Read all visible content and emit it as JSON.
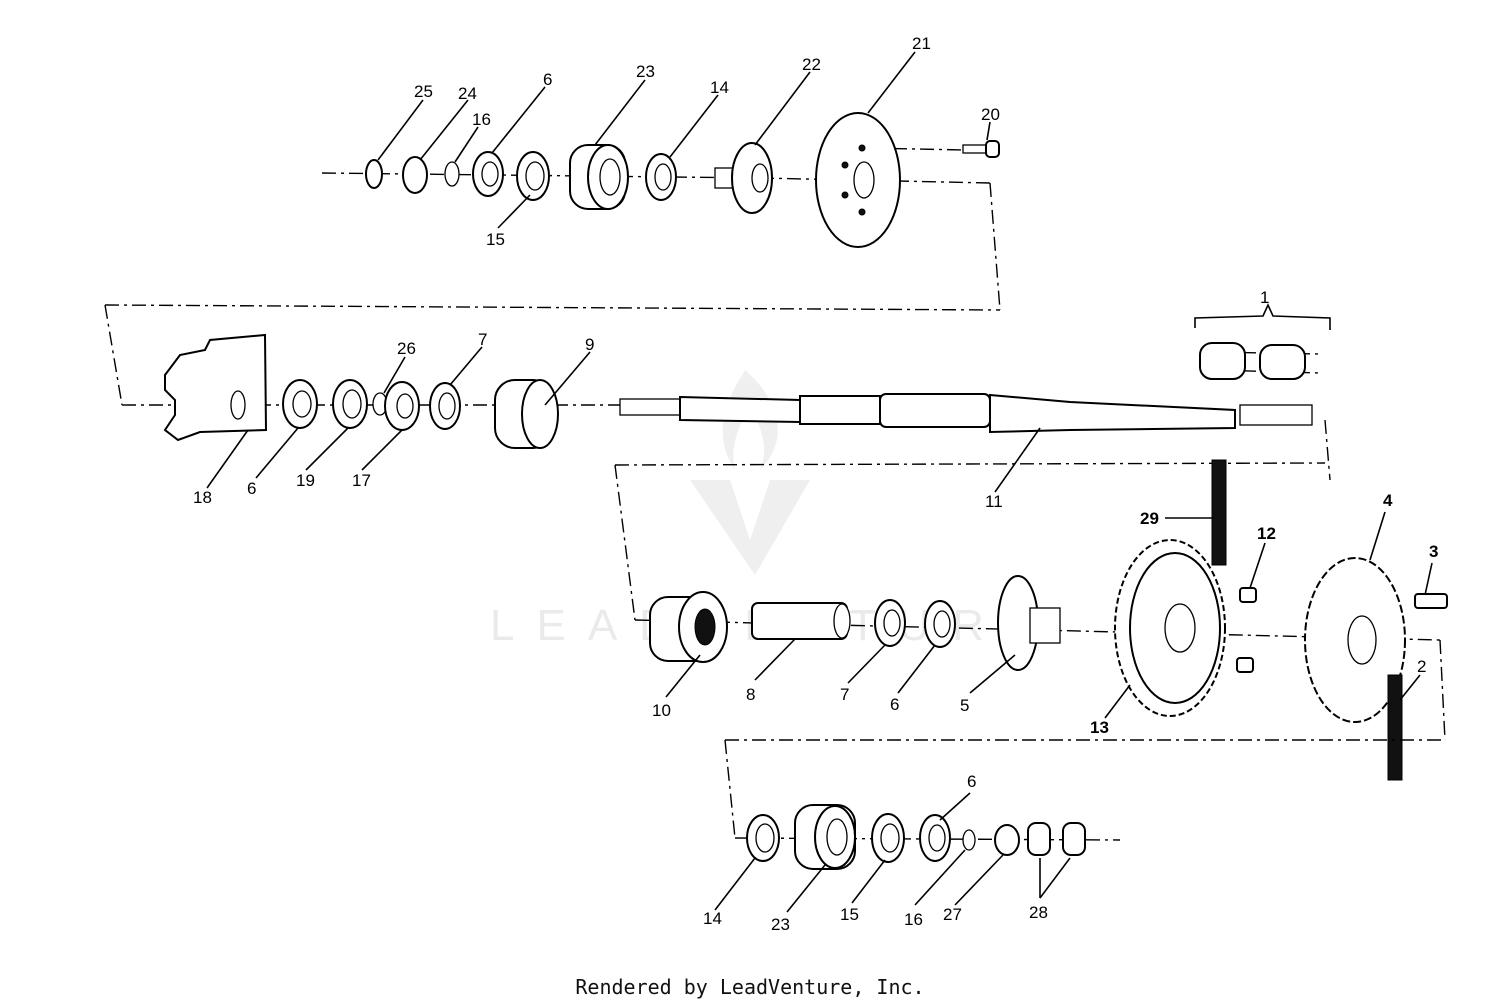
{
  "watermark": {
    "text": "LEADVENTURE"
  },
  "footer": {
    "text": "Rendered by LeadVenture, Inc."
  },
  "callouts": {
    "c1": "1",
    "c2": "2",
    "c3": "3",
    "c4": "4",
    "c5": "5",
    "c6a": "6",
    "c6b": "6",
    "c6c": "6",
    "c6d": "6",
    "c7a": "7",
    "c7b": "7",
    "c8": "8",
    "c9": "9",
    "c10": "10",
    "c11": "11",
    "c12": "12",
    "c13": "13",
    "c14a": "14",
    "c14b": "14",
    "c15a": "15",
    "c15b": "15",
    "c16a": "16",
    "c16b": "16",
    "c17": "17",
    "c18": "18",
    "c19": "19",
    "c20": "20",
    "c21": "21",
    "c22": "22",
    "c23a": "23",
    "c23b": "23",
    "c24": "24",
    "c25": "25",
    "c26": "26",
    "c27": "27",
    "c28": "28",
    "c29": "29"
  }
}
